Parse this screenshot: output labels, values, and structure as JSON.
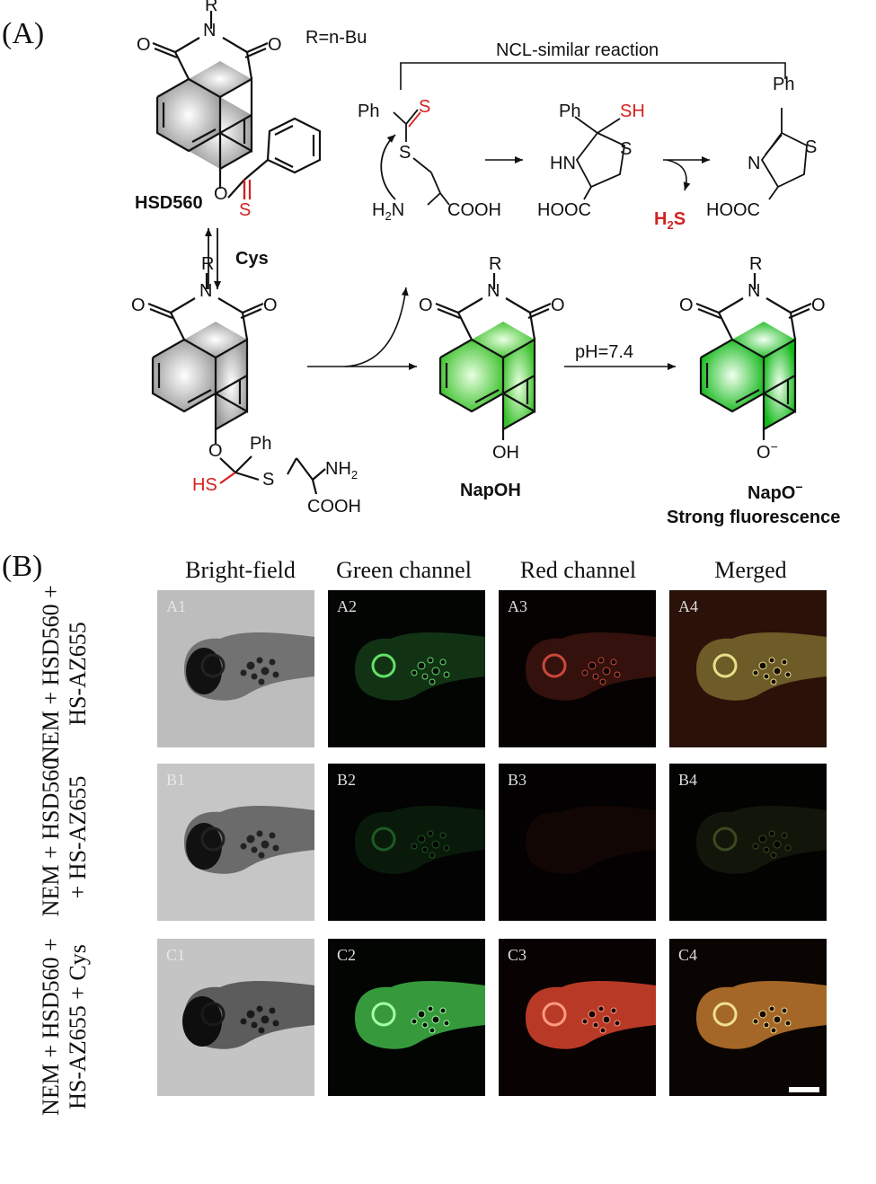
{
  "panels": {
    "a_label": "(A)",
    "b_label": "(B)"
  },
  "scheme": {
    "r_def": "R=n-Bu",
    "r_group": "R",
    "reaction_title": "NCL-similar reaction",
    "hsd560": "HSD560",
    "cys": "Cys",
    "napoh": "NapOH",
    "napo": "NapO",
    "napo_charge": "−",
    "strong_fluor": "Strong fluorescence",
    "ph": "pH=7.4",
    "h2s": "H",
    "h2s_sub": "2",
    "h2s_end": "S",
    "atoms": {
      "o": "O",
      "n": "N",
      "s": "S",
      "ph": "Ph",
      "sh": "SH",
      "hs": "HS",
      "oh": "OH",
      "hn": "HN",
      "h2n": "H",
      "h2n_sub": "2",
      "h2n_end": "N",
      "nh2": "NH",
      "nh2_sub": "2",
      "cooh": "COOH",
      "hooc": "HOOC"
    }
  },
  "columns": [
    "Bright-field",
    "Green channel",
    "Red channel",
    "Merged"
  ],
  "rows": [
    {
      "label_line1": "NEM + HSD560 +",
      "label_line2": "HS-AZ655",
      "tags": [
        "A1",
        "A2",
        "A3",
        "A4"
      ]
    },
    {
      "label_line1": "NEM + HSD560",
      "label_line2": "+ HS-AZ655",
      "tags": [
        "B1",
        "B2",
        "B3",
        "B4"
      ]
    },
    {
      "label_line1": "NEM + HSD560 +",
      "label_line2": "HS-AZ655 + Cys",
      "tags": [
        "C1",
        "C2",
        "C3",
        "C4"
      ]
    }
  ],
  "colors": {
    "accent_red": "#d42020",
    "fluor_green": "#22c022",
    "channel_green": "#3fd24a",
    "channel_red": "#e8432e",
    "merged": "#c9a038"
  }
}
